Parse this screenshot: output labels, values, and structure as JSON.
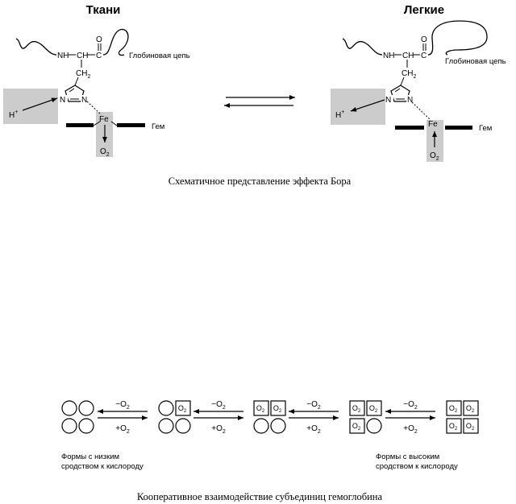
{
  "bohr": {
    "tissue_title": "Ткани",
    "lung_title": "Легкие",
    "nh": "NH",
    "ch": "CH",
    "c": "C",
    "o_top": "O",
    "ch2": "CH",
    "ch2_sub": "2",
    "n": "N",
    "globin_chain": "Глобиновая цепь",
    "proton": "H",
    "proton_sup": "+",
    "fe": "Fe",
    "oxygen": "O",
    "oxygen_sub": "2",
    "heme": "Гем",
    "caption": "Схематичное представление эффекта Бора"
  },
  "cooperative": {
    "minus_o2": "−O",
    "plus_o2": "+O",
    "o2_sub": "2",
    "box_o": "O",
    "box_sub": "2",
    "low_affinity_line1": "Формы с низким",
    "low_affinity_line2": "сродством к кислороду",
    "high_affinity_line1": "Формы с высоким",
    "high_affinity_line2": "сродством к кислороду",
    "caption": "Кооперативное взаимодействие субъединиц гемоглобина",
    "occupied_subunits": [
      0,
      1,
      2,
      3,
      4
    ]
  }
}
